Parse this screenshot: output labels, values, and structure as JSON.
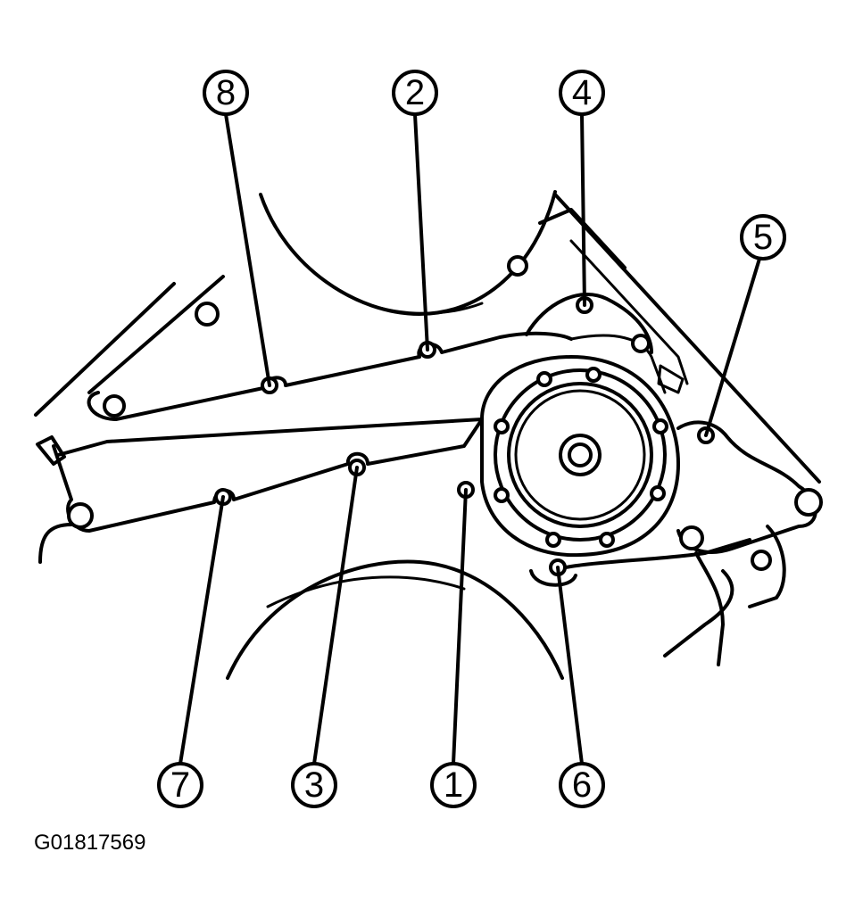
{
  "figure_id": "G01817569",
  "callouts": [
    {
      "id": "c8",
      "label": "8"
    },
    {
      "id": "c2",
      "label": "2"
    },
    {
      "id": "c4",
      "label": "4"
    },
    {
      "id": "c5",
      "label": "5"
    },
    {
      "id": "c7",
      "label": "7"
    },
    {
      "id": "c3",
      "label": "3"
    },
    {
      "id": "c1",
      "label": "1"
    },
    {
      "id": "c6",
      "label": "6"
    }
  ],
  "colors": {
    "line": "#000000",
    "background": "#ffffff"
  }
}
